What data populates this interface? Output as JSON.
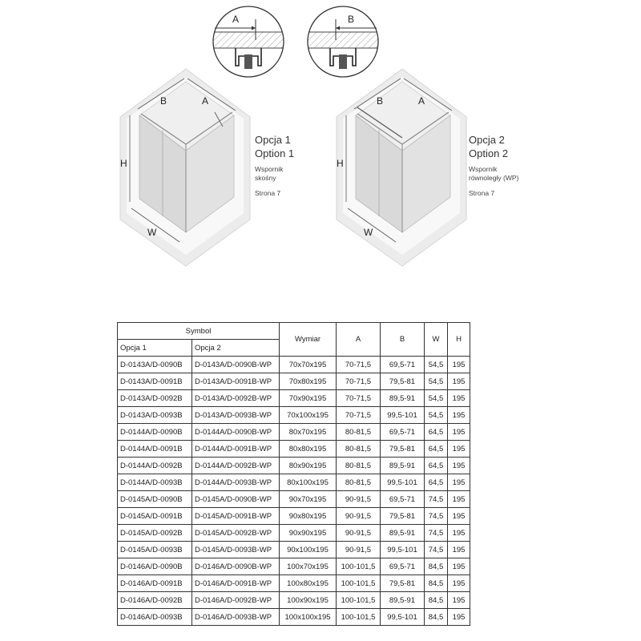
{
  "details": [
    {
      "label": "A"
    },
    {
      "label": "B"
    }
  ],
  "enclosures": [
    {
      "top_left": "B",
      "top_right": "A",
      "side": "H",
      "bottom": "W"
    },
    {
      "top_left": "B",
      "top_right": "A",
      "side": "H",
      "bottom": "W"
    }
  ],
  "options": [
    {
      "title_pl": "Opcja 1",
      "title_en": "Option 1",
      "note_line1": "Wspornik",
      "note_line2": "skośny",
      "page": "Strona 7"
    },
    {
      "title_pl": "Opcja 2",
      "title_en": "Option 2",
      "note_line1": "Wspornik",
      "note_line2": "równoległy (WP)",
      "page": "Strona 7"
    }
  ],
  "table": {
    "header": {
      "symbol": "Symbol",
      "option1": "Opcja 1",
      "option2": "Opcja 2",
      "size": "Wymiar",
      "a": "A",
      "b": "B",
      "w": "W",
      "h": "H"
    },
    "rows": [
      [
        "D-0143A/D-0090B",
        "D-0143A/D-0090B-WP",
        "70x70x195",
        "70-71,5",
        "69,5-71",
        "54,5",
        "195"
      ],
      [
        "D-0143A/D-0091B",
        "D-0143A/D-0091B-WP",
        "70x80x195",
        "70-71,5",
        "79,5-81",
        "54,5",
        "195"
      ],
      [
        "D-0143A/D-0092B",
        "D-0143A/D-0092B-WP",
        "70x90x195",
        "70-71,5",
        "89,5-91",
        "54,5",
        "195"
      ],
      [
        "D-0143A/D-0093B",
        "D-0143A/D-0093B-WP",
        "70x100x195",
        "70-71,5",
        "99,5-101",
        "54,5",
        "195"
      ],
      [
        "D-0144A/D-0090B",
        "D-0144A/D-0090B-WP",
        "80x70x195",
        "80-81,5",
        "69,5-71",
        "64,5",
        "195"
      ],
      [
        "D-0144A/D-0091B",
        "D-0144A/D-0091B-WP",
        "80x80x195",
        "80-81,5",
        "79,5-81",
        "64,5",
        "195"
      ],
      [
        "D-0144A/D-0092B",
        "D-0144A/D-0092B-WP",
        "80x90x195",
        "80-81,5",
        "89,5-91",
        "64,5",
        "195"
      ],
      [
        "D-0144A/D-0093B",
        "D-0144A/D-0093B-WP",
        "80x100x195",
        "80-81,5",
        "99,5-101",
        "64,5",
        "195"
      ],
      [
        "D-0145A/D-0090B",
        "D-0145A/D-0090B-WP",
        "90x70x195",
        "90-91,5",
        "69,5-71",
        "74,5",
        "195"
      ],
      [
        "D-0145A/D-0091B",
        "D-0145A/D-0091B-WP",
        "90x80x195",
        "90-91,5",
        "79,5-81",
        "74,5",
        "195"
      ],
      [
        "D-0145A/D-0092B",
        "D-0145A/D-0092B-WP",
        "90x90x195",
        "90-91,5",
        "89,5-91",
        "74,5",
        "195"
      ],
      [
        "D-0145A/D-0093B",
        "D-0145A/D-0093B-WP",
        "90x100x195",
        "90-91,5",
        "99,5-101",
        "74,5",
        "195"
      ],
      [
        "D-0146A/D-0090B",
        "D-0146A/D-0090B-WP",
        "100x70x195",
        "100-101,5",
        "69,5-71",
        "84,5",
        "195"
      ],
      [
        "D-0146A/D-0091B",
        "D-0146A/D-0091B-WP",
        "100x80x195",
        "100-101,5",
        "79,5-81",
        "84,5",
        "195"
      ],
      [
        "D-0146A/D-0092B",
        "D-0146A/D-0092B-WP",
        "100x90x195",
        "100-101,5",
        "89,5-91",
        "84,5",
        "195"
      ],
      [
        "D-0146A/D-0093B",
        "D-0146A/D-0093B-WP",
        "100x100x195",
        "100-101,5",
        "99,5-101",
        "84,5",
        "195"
      ]
    ]
  }
}
